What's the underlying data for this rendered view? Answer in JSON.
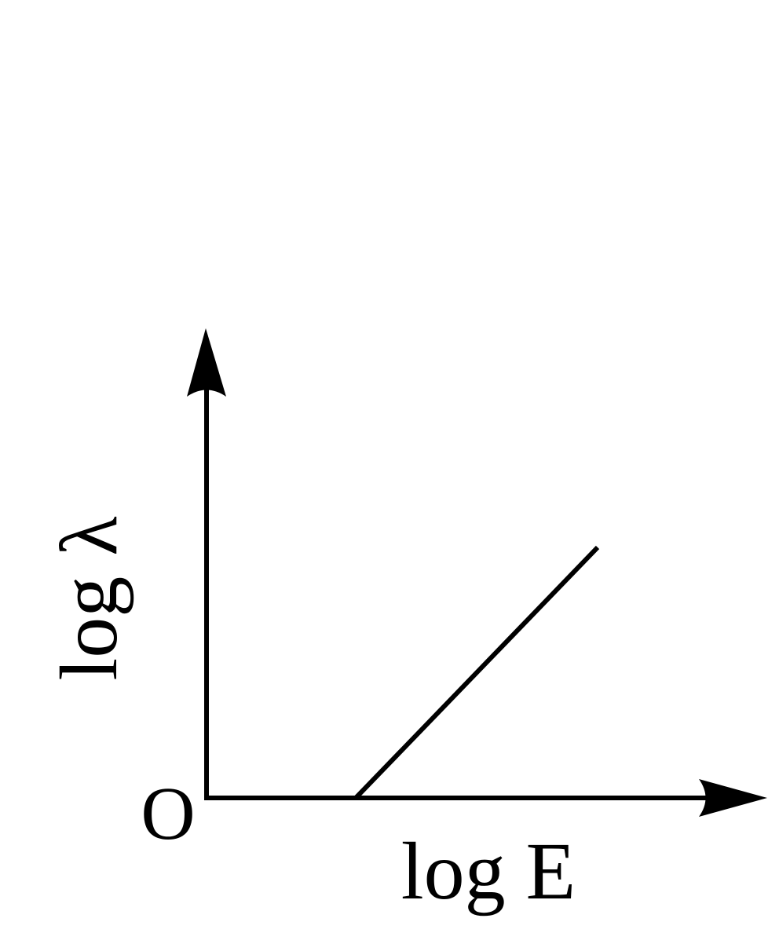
{
  "diagram": {
    "origin_label": "O",
    "x_axis_label": "log E",
    "y_axis_label": "log λ",
    "line_color": "#000000",
    "background": "#ffffff"
  }
}
